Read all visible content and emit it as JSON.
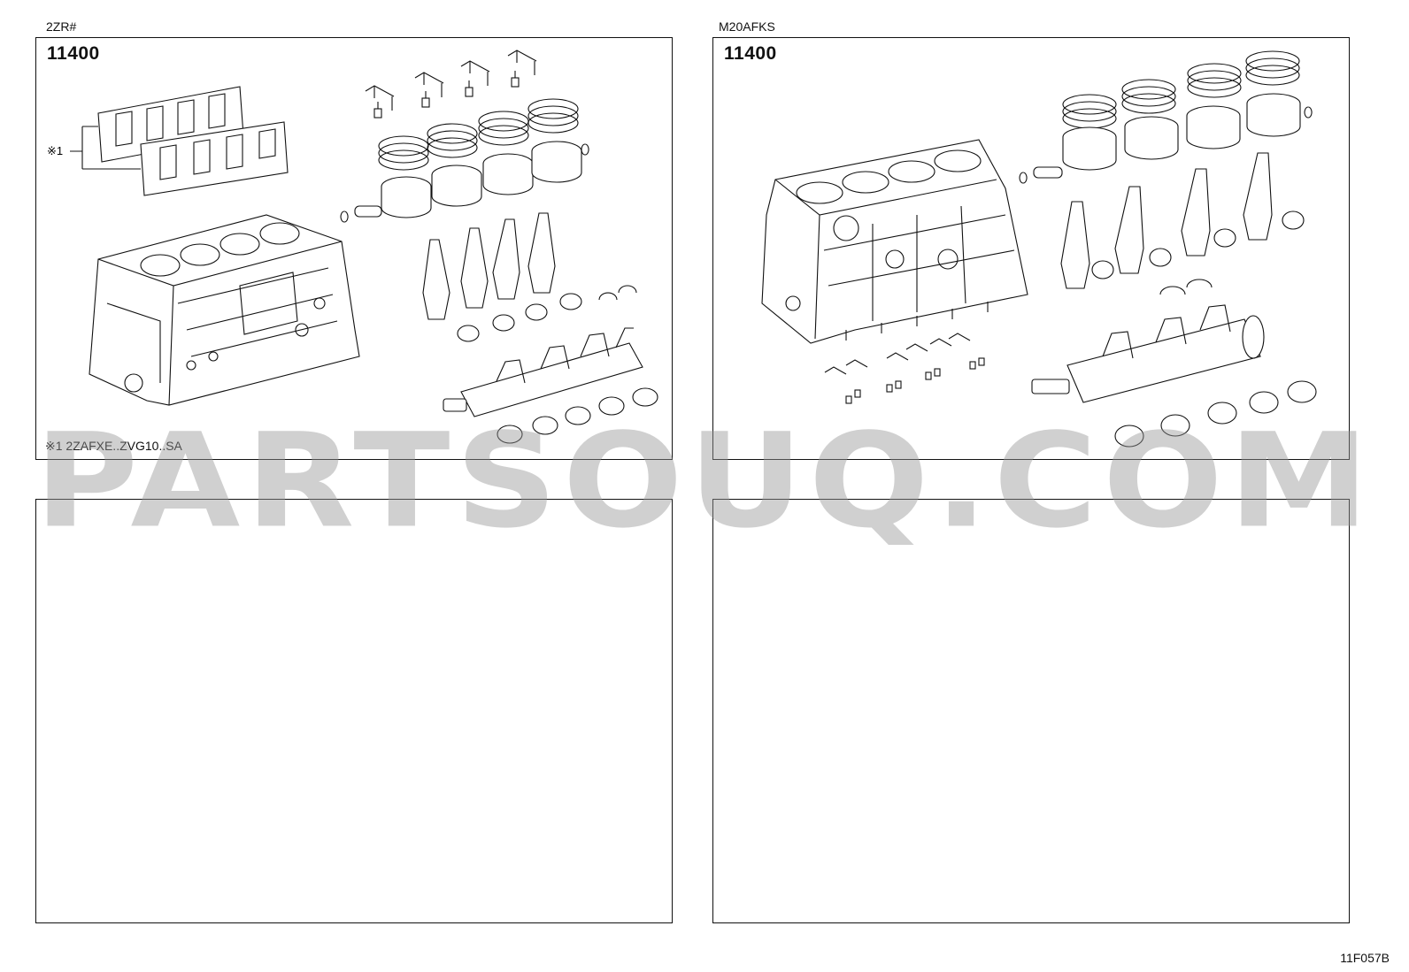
{
  "panels": [
    {
      "engine_code": "2ZR#",
      "part_number": "11400",
      "callout": "※1",
      "footnote": "※1 2ZAFXE..ZVG10..SA"
    },
    {
      "engine_code": "M20AFKS",
      "part_number": "11400"
    },
    {},
    {}
  ],
  "watermark": "PARTSOUQ.COM",
  "sheet_code": "11F057B",
  "icons": [
    "cylinder-block-icon",
    "piston-icon",
    "piston-ring-set-icon",
    "connecting-rod-icon",
    "crankshaft-icon",
    "bearing-shell-icon",
    "oil-jet-icon",
    "bolt-icon",
    "gasket-icon"
  ]
}
